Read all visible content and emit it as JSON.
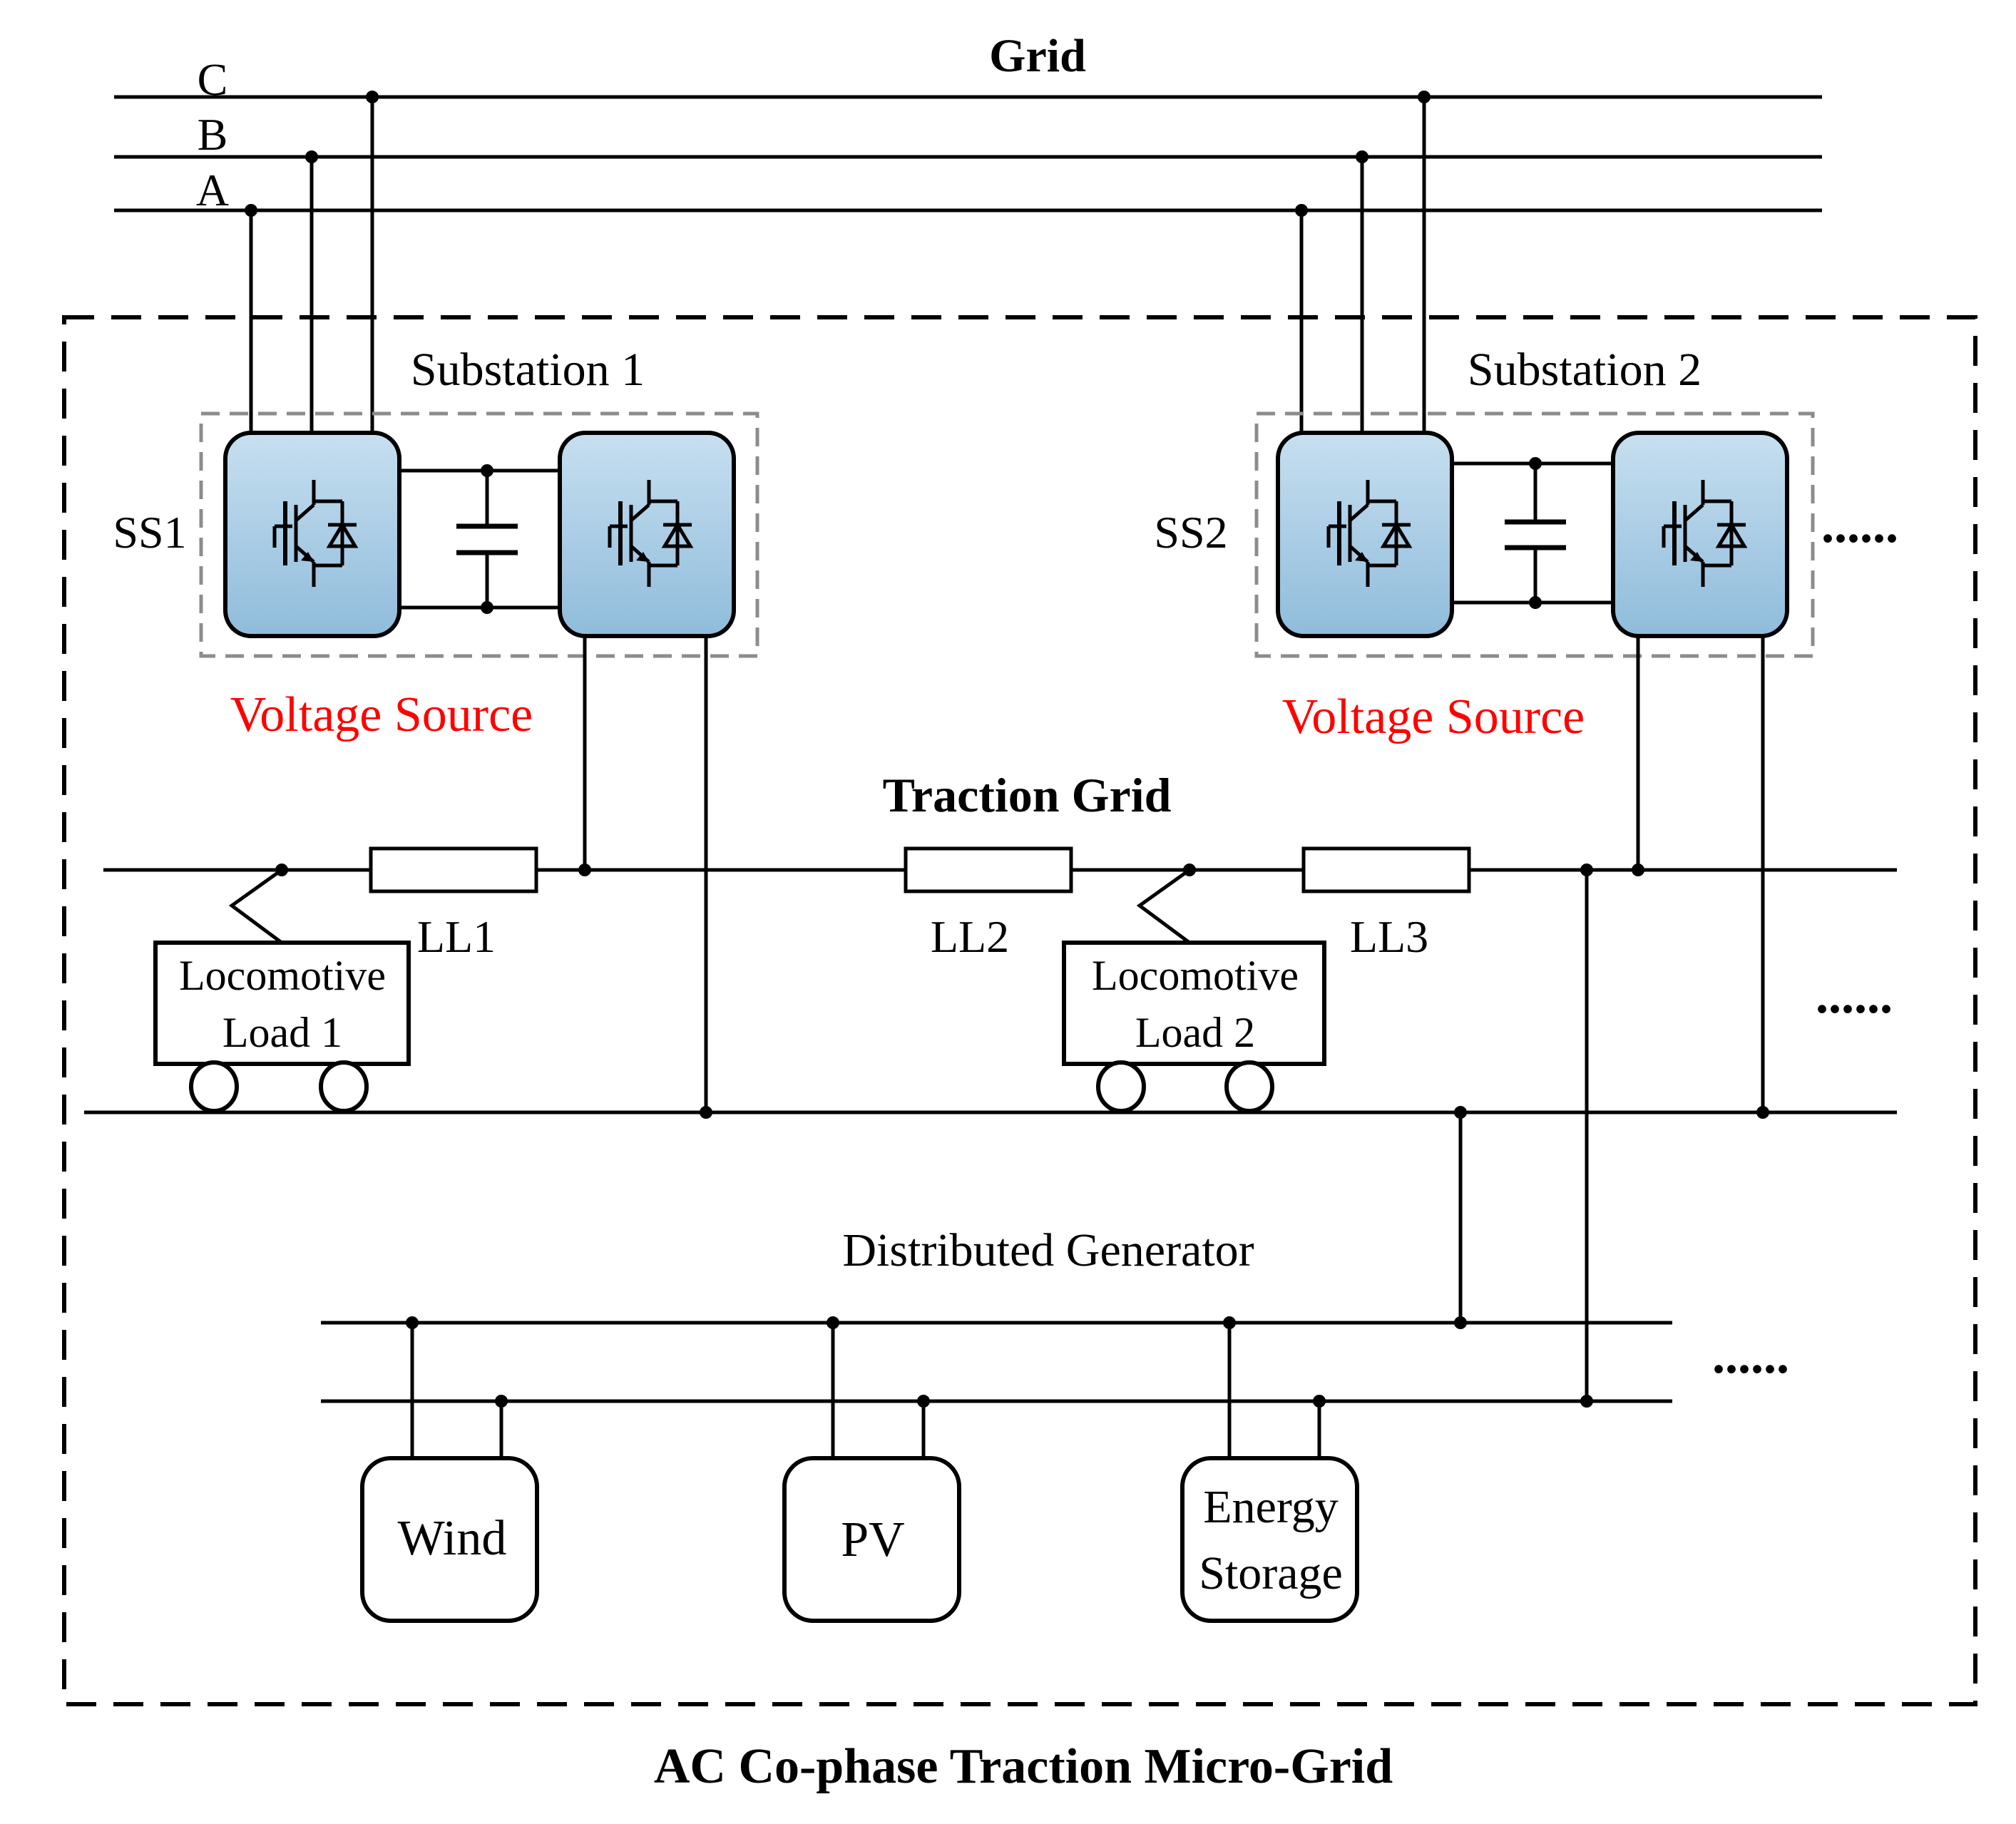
{
  "grid": {
    "title": "Grid",
    "phases": [
      "C",
      "B",
      "A"
    ]
  },
  "substations": [
    {
      "name": "Substation 1",
      "id_label": "SS1",
      "role": "Voltage Source"
    },
    {
      "name": "Substation 2",
      "id_label": "SS2",
      "role": "Voltage Source"
    }
  ],
  "traction": {
    "title": "Traction Grid",
    "line_impedances": [
      "LL1",
      "LL2",
      "LL3"
    ],
    "loads": [
      {
        "line1": "Locomotive",
        "line2": "Load 1"
      },
      {
        "line1": "Locomotive",
        "line2": "Load 2"
      }
    ]
  },
  "distributed": {
    "title": "Distributed Generator",
    "sources": [
      {
        "line1": "Wind",
        "line2": ""
      },
      {
        "line1": "PV",
        "line2": ""
      },
      {
        "line1": "Energy",
        "line2": "Storage"
      }
    ]
  },
  "ellipsis": "......",
  "microgrid_title": "AC Co-phase Traction Micro-Grid",
  "colors": {
    "converter_top": "#c7dff0",
    "converter_bottom": "#8fbcdb",
    "voltage_source_text": "#ff0000",
    "substation_border": "#8c8c8c",
    "line": "#000000"
  }
}
